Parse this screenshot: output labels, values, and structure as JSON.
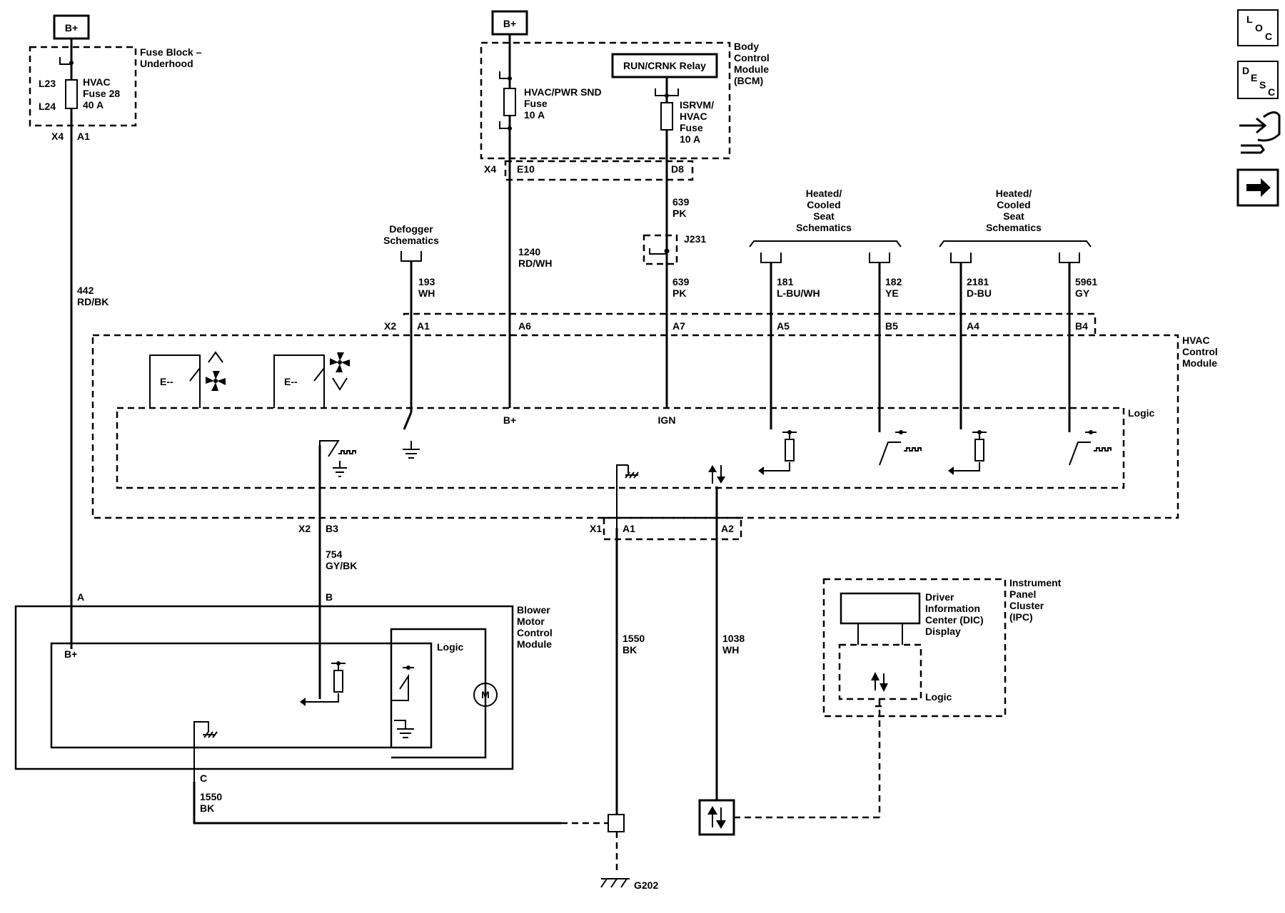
{
  "power": {
    "bplus_left": "B+",
    "bplus_bcm": "B+"
  },
  "fuse_block": {
    "title_1": "Fuse Block –",
    "title_2": "Underhood",
    "terminal_top": "L23",
    "terminal_bottom": "L24",
    "fuse_1": "HVAC",
    "fuse_2": "Fuse 28",
    "fuse_3": "40 A",
    "conn": "X4",
    "pin": "A1"
  },
  "bcm": {
    "title": [
      "Body",
      "Control",
      "Module",
      "(BCM)"
    ],
    "relay": "RUN/CRNK Relay",
    "fuse1": [
      "HVAC/PWR SND",
      "Fuse",
      "10 A"
    ],
    "fuse2": [
      "ISRVM/",
      "HVAC",
      "Fuse",
      "10 A"
    ],
    "conn": "X4",
    "pin_e10": "E10",
    "pin_d8": "D8"
  },
  "wires": {
    "w442": [
      "442",
      "RD/BK"
    ],
    "w193": [
      "193",
      "WH"
    ],
    "w1240": [
      "1240",
      "RD/WH"
    ],
    "w639a": [
      "639",
      "PK"
    ],
    "w639b": [
      "639",
      "PK"
    ],
    "w181": [
      "181",
      "L-BU/WH"
    ],
    "w182": [
      "182",
      "YE"
    ],
    "w2181": [
      "2181",
      "D-BU"
    ],
    "w5961": [
      "5961",
      "GY"
    ],
    "w754": [
      "754",
      "GY/BK"
    ],
    "w1550a": [
      "1550",
      "BK"
    ],
    "w1038": [
      "1038",
      "WH"
    ],
    "w1550b": [
      "1550",
      "BK"
    ]
  },
  "splice": "J231",
  "defogger": [
    "Defogger",
    "Schematics"
  ],
  "seat_left": [
    "Heated/",
    "Cooled",
    "Seat",
    "Schematics"
  ],
  "seat_right": [
    "Heated/",
    "Cooled",
    "Seat",
    "Schematics"
  ],
  "hvac": {
    "title": [
      "HVAC",
      "Control",
      "Module"
    ],
    "logic": "Logic",
    "x2": "X2",
    "pins": [
      "A1",
      "A6",
      "A7",
      "A5",
      "B5",
      "A4",
      "B4"
    ],
    "bplus": "B+",
    "ign": "IGN",
    "switch_label": "E--",
    "x2b": "X2",
    "b3": "B3",
    "x1": "X1",
    "a1": "A1",
    "a2": "A2"
  },
  "blower": {
    "title": [
      "Blower",
      "Motor",
      "Control",
      "Module"
    ],
    "pin_a": "A",
    "pin_b": "B",
    "pin_c": "C",
    "bplus": "B+",
    "logic": "Logic",
    "motor": "M"
  },
  "ipc": {
    "title": [
      "Instrument",
      "Panel",
      "Cluster",
      "(IPC)"
    ],
    "dic": [
      "Driver",
      "Information",
      "Center (DIC)",
      "Display"
    ],
    "logic": "Logic"
  },
  "ground": "G202",
  "nav": {
    "loc": [
      "L",
      "O",
      "C"
    ],
    "desc": [
      "D",
      "E",
      "S",
      "C"
    ],
    "connector_icon": "connector-end-view-icon",
    "next_icon": "next-page-arrow-icon"
  }
}
